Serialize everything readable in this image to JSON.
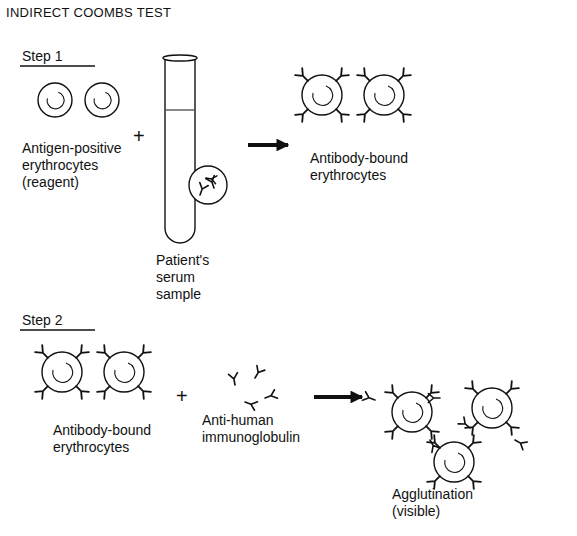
{
  "diagram": {
    "title": "INDIRECT COOMBS TEST",
    "nodes": [
      {
        "text": [
          "Antigen-positive erythrocytes (reagent)"
        ]
      },
      {
        "text": [
          "Patient's serum sample"
        ]
      },
      {
        "text": [
          "Antibody-bound erythrocytes"
        ]
      },
      {
        "text": [
          "Antibody-bound erythrocytes"
        ]
      },
      {
        "text": [
          "Anti-human immunoglobulin"
        ]
      },
      {
        "text": [
          "Agglutination (visible)"
        ]
      }
    ],
    "edges": [
      {
        "from": 1,
        "to": 2,
        "arrow": "to"
      },
      {
        "from": 4,
        "to": 5,
        "arrow": "to"
      }
    ],
    "labels": [
      "Step 1",
      "+",
      "Step 2",
      "+"
    ]
  }
}
